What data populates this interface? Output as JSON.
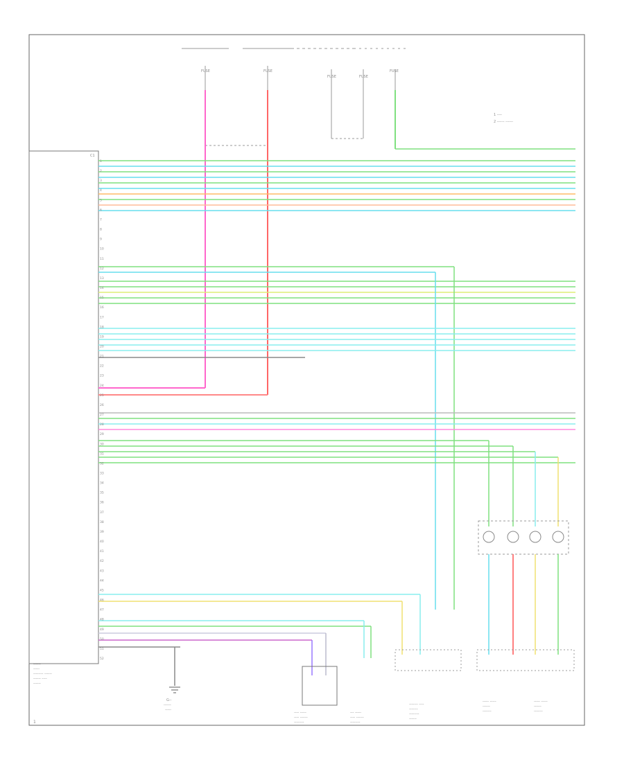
{
  "diagram": {
    "page_number": "1",
    "top_labels": [
      "FUSE",
      "FUSE",
      "FUSE",
      "FUSE",
      "FUSE"
    ],
    "callout_note_lines": [
      "1  ----",
      "2  ------ ------"
    ],
    "module_connector_label": "C1",
    "module_left_pins": [
      "1",
      "2",
      "3",
      "4",
      "5",
      "6",
      "7",
      "8",
      "9",
      "10",
      "11",
      "12",
      "13",
      "14",
      "15",
      "16",
      "17",
      "18",
      "19",
      "20",
      "21",
      "22",
      "23",
      "24",
      "25",
      "26",
      "27",
      "28",
      "29",
      "30",
      "31",
      "32",
      "33",
      "34",
      "35",
      "36",
      "37",
      "38",
      "39",
      "40",
      "41",
      "42",
      "43",
      "44",
      "45",
      "46",
      "47",
      "48",
      "49",
      "50",
      "51",
      "52"
    ],
    "module_name_lines": [
      "------",
      "-----",
      "-------- ------",
      "------ ----",
      "------"
    ],
    "ground_label_lines": [
      "G--",
      "------",
      "-----"
    ],
    "bottom_component_labels": [
      [
        "---- -----",
        "---- ------",
        "--------"
      ],
      [
        "--- -----",
        "---- ------",
        "--------"
      ],
      [
        "------- ----",
        "-------",
        "--------",
        "------"
      ],
      [
        "----- -----",
        "------",
        "-------"
      ],
      [
        "----- -----",
        "------",
        "-------"
      ]
    ],
    "wire_colors": {
      "green": "#7fe07f",
      "pink": "#ff66cc",
      "cyan": "#66ddee",
      "orange": "#ffbb66",
      "yellow": "#f0e070",
      "red": "#ff5555",
      "violet": "#9977ff",
      "gray": "#aaaaaa"
    }
  }
}
